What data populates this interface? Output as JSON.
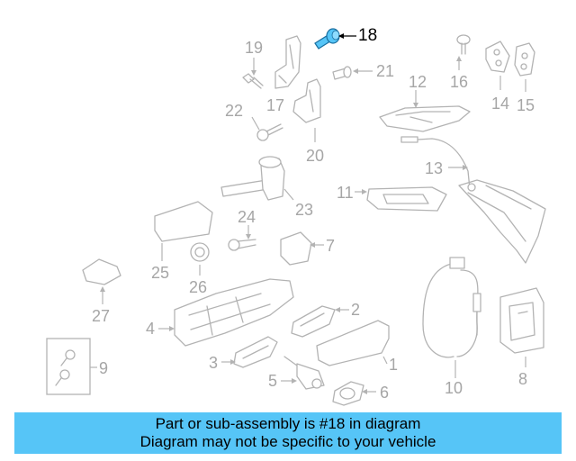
{
  "highlight_part": "18",
  "highlight_color": "#56c5f7",
  "label_color": "#a6a6a6",
  "caption": {
    "line1": "Part or sub-assembly is #18 in diagram",
    "line2": "Diagram may not be specific to your vehicle"
  },
  "callouts": {
    "c1": "1",
    "c2": "2",
    "c3": "3",
    "c4": "4",
    "c5": "5",
    "c6": "6",
    "c7": "7",
    "c8": "8",
    "c9": "9",
    "c10": "10",
    "c11": "11",
    "c12": "12",
    "c13": "13",
    "c14": "14",
    "c15": "15",
    "c16": "16",
    "c17": "17",
    "c18": "18",
    "c19": "19",
    "c20": "20",
    "c21": "21",
    "c22": "22",
    "c23": "23",
    "c24": "24",
    "c25": "25",
    "c26": "26",
    "c27": "27"
  }
}
